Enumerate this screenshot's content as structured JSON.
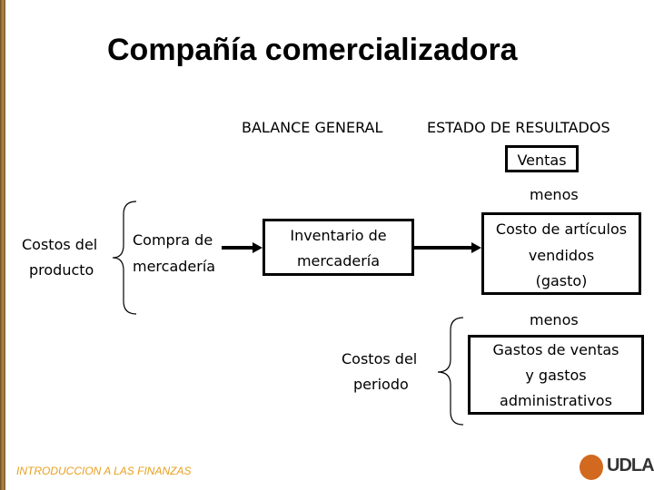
{
  "title": "Compañía comercializadora",
  "headers": {
    "balance": "BALANCE GENERAL",
    "resultados": "ESTADO DE RESULTADOS"
  },
  "ventas": "Ventas",
  "menos1": "menos",
  "costos_producto": [
    "Costos del",
    "producto"
  ],
  "compra": [
    "Compra de",
    "mercadería"
  ],
  "inventario": [
    "Inventario de",
    "mercadería"
  ],
  "costo_articulos": [
    "Costo de artículos",
    "vendidos",
    "(gasto)"
  ],
  "menos2": "menos",
  "costos_periodo": [
    "Costos del",
    "periodo"
  ],
  "gastos": [
    "Gastos de ventas",
    "y gastos",
    "administrativos"
  ],
  "footer": "INTRODUCCION A LAS FINANZAS",
  "logo": "UDLA",
  "colors": {
    "footer": "#e8a020",
    "logo": "#d2691e",
    "edge": "#8b5e2b"
  }
}
